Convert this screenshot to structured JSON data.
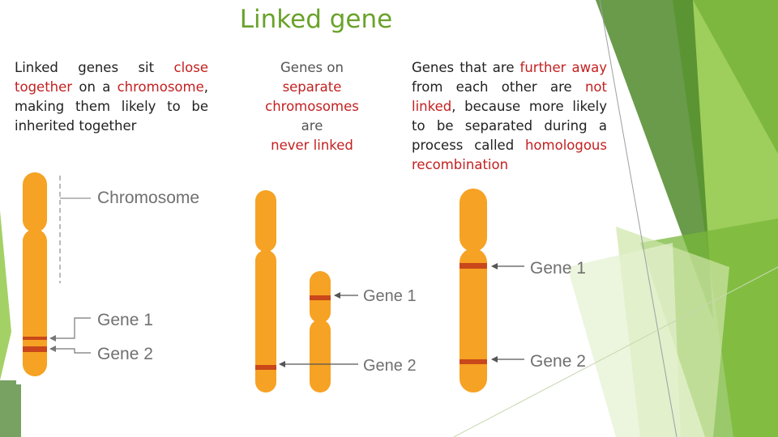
{
  "slide": {
    "title": "Linked gene",
    "colors": {
      "accent_green": "#6aa22a",
      "highlight_red": "#c42020",
      "chromosome": "#f6a224",
      "band": "#c9471a"
    }
  },
  "left": {
    "t1": "Linked genes sit ",
    "h1": "close together",
    "t2": " on a ",
    "h2": "chromosome",
    "t3": ", making them likely to be inherited together",
    "figure": {
      "chromosome_label": "Chromosome",
      "gene1_label": "Gene 1",
      "gene2_label": "Gene 2"
    }
  },
  "middle": {
    "line1": "Genes on",
    "line2": "separate",
    "line3": "chromosomes",
    "line4": "are",
    "line5": "never linked",
    "figure": {
      "gene1_label": "Gene 1",
      "gene2_label": "Gene 2"
    }
  },
  "right": {
    "t1": "Genes that are ",
    "h1": "further away",
    "t2": " from each other are ",
    "h2": "not linked",
    "t3": ", because more likely to be separated during a process called ",
    "h3": "homologous recombination",
    "figure": {
      "gene1_label": "Gene 1",
      "gene2_label": "Gene 2"
    }
  }
}
